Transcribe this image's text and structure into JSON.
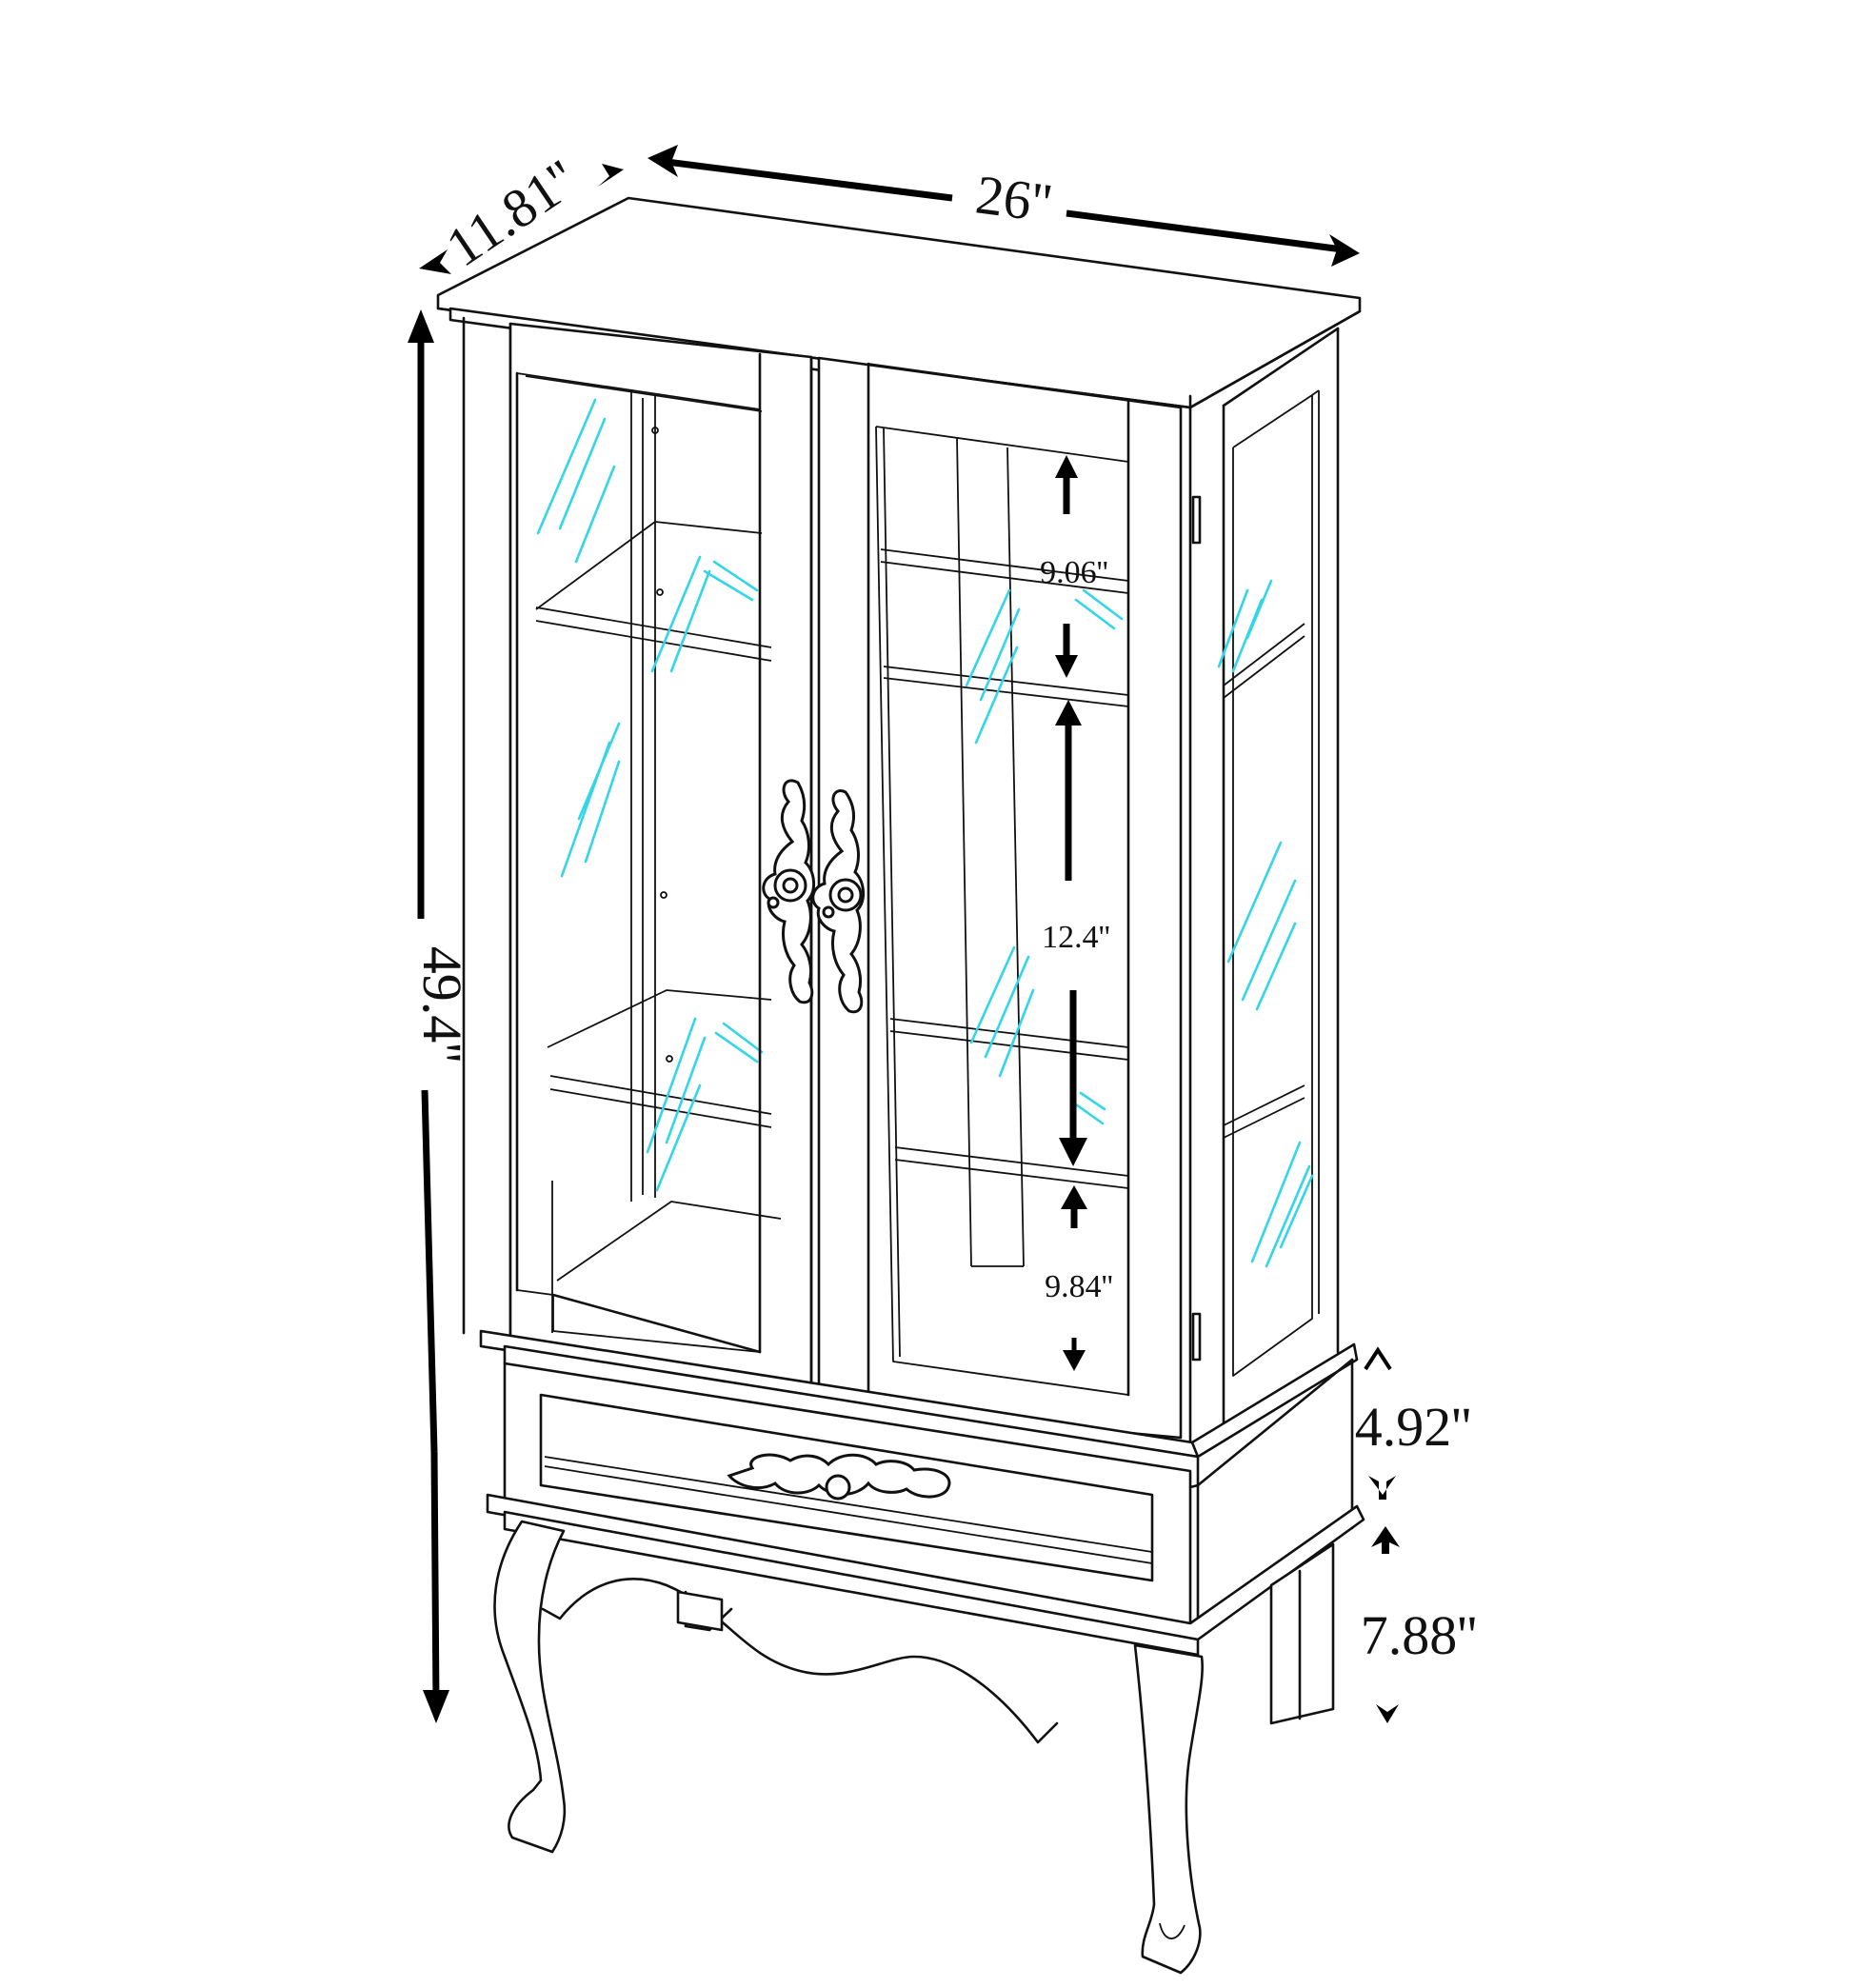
{
  "diagram": {
    "subject": "Two-door glass curio cabinet with drawer and cabriole legs",
    "colors": {
      "line": "#111111",
      "glass_reflection": "#33d6e8",
      "background": "#ffffff"
    },
    "dimensions": {
      "width": "26''",
      "depth": "11.81''",
      "height": "49.4''",
      "shelf_gap_top": "9.06''",
      "shelf_gap_middle": "12.4''",
      "shelf_gap_bottom": "9.84''",
      "drawer_height": "4.92''",
      "leg_height": "7.88''"
    },
    "parts": {
      "doors": 2,
      "glass_shelves": 2,
      "drawers": 1,
      "legs": 4,
      "door_handles": "ornate-scroll-pulls",
      "drawer_handle": "ornate-scroll-pull"
    }
  }
}
